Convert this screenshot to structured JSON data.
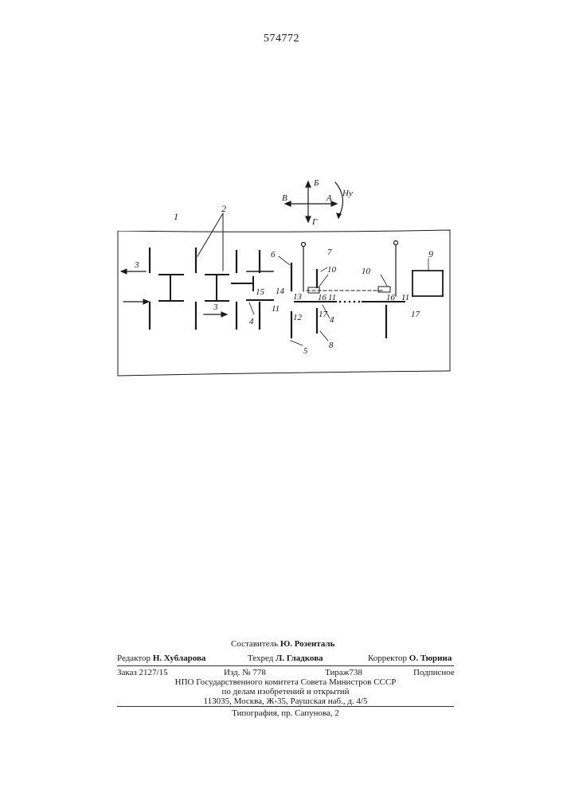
{
  "header": {
    "patent_number": "574772"
  },
  "figure": {
    "labels": {
      "l1": "1",
      "l2": "2",
      "l3a": "3",
      "l3b": "3",
      "l4a": "4",
      "l4b": "4",
      "l5": "5",
      "l6": "6",
      "l7": "7",
      "l8": "8",
      "l9": "9",
      "l10a": "10",
      "l10b": "10",
      "l11a": "11",
      "l11b": "11",
      "l11c": "11",
      "l12": "12",
      "l13": "13",
      "l14": "14",
      "l15": "15",
      "l16a": "16",
      "l16b": "16",
      "l17a": "17",
      "l17b": "17"
    },
    "directions": {
      "A": "А",
      "B": "Б",
      "V": "В",
      "G": "Г",
      "Hy": "Ну"
    }
  },
  "footer": {
    "compiler_label": "Составитель",
    "compiler_name": "Ю. Розенталь",
    "editor_label": "Редактор",
    "editor_name": "Н. Хубларова",
    "techred_label": "Техред",
    "techred_name": "Л. Гладкова",
    "corrector_label": "Корректор",
    "corrector_name": "О. Тюрина",
    "order": "Заказ 2127/15",
    "izd": "Изд. № 778",
    "tirazh": "Тираж738",
    "podpisnoe": "Подписное",
    "org_line1": "НПО Государственного комитета Совета Министров СССР",
    "org_line2": "по делам изобретений и открытий",
    "address": "113035, Москва, Ж-35, Раушская наб., д. 4/5",
    "printer": "Типография, пр. Сапунова, 2"
  }
}
